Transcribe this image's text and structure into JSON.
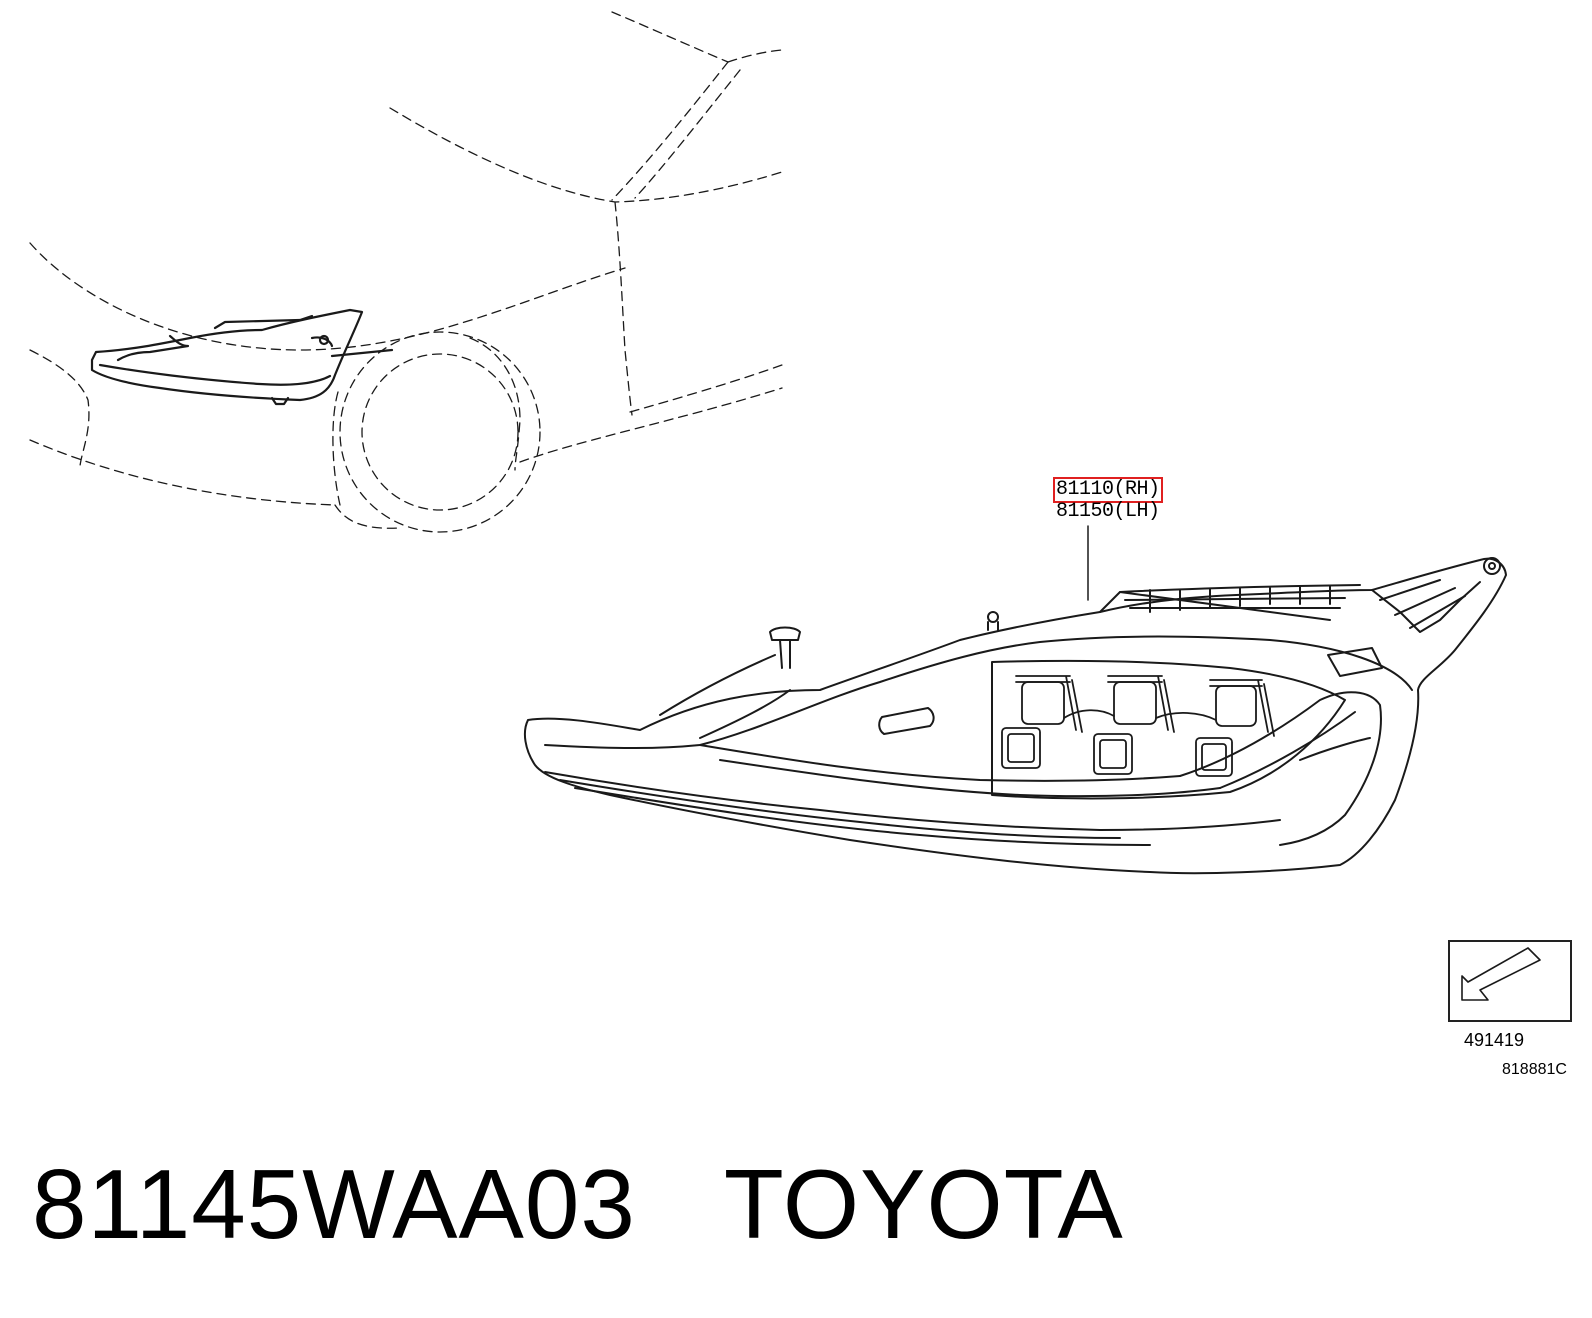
{
  "diagram": {
    "callouts": {
      "part_rh": "81110(RH)",
      "part_lh": "81150(LH)"
    },
    "highlight_color": "#e02020",
    "reference_symbol": {
      "icon": "arrow-into-box-icon",
      "number": "491419"
    },
    "drawing_code": "818881C"
  },
  "caption": {
    "part_number": "81145WAA03",
    "brand": "TOYOTA"
  }
}
